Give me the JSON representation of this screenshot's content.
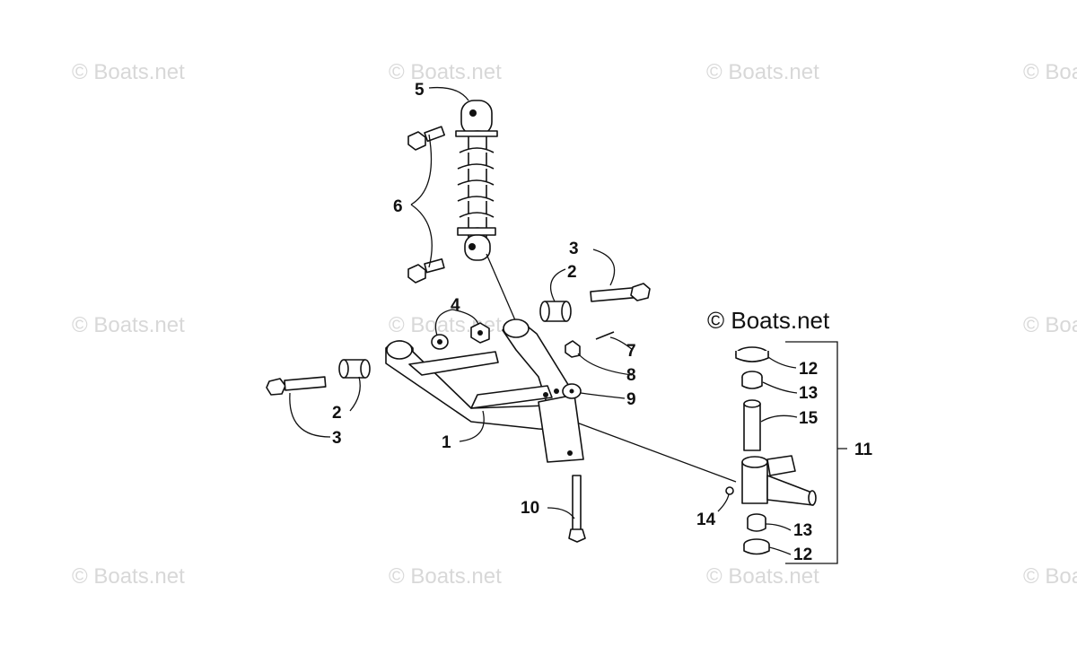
{
  "watermark_text": "© Boats.net",
  "credit": "© Boats.net",
  "labels": {
    "l1": "1",
    "l2a": "2",
    "l2b": "2",
    "l3a": "3",
    "l3b": "3",
    "l4": "4",
    "l5": "5",
    "l6": "6",
    "l7": "7",
    "l8": "8",
    "l9": "9",
    "l10": "10",
    "l11": "11",
    "l12a": "12",
    "l12b": "12",
    "l13a": "13",
    "l13b": "13",
    "l14": "14",
    "l15": "15"
  }
}
